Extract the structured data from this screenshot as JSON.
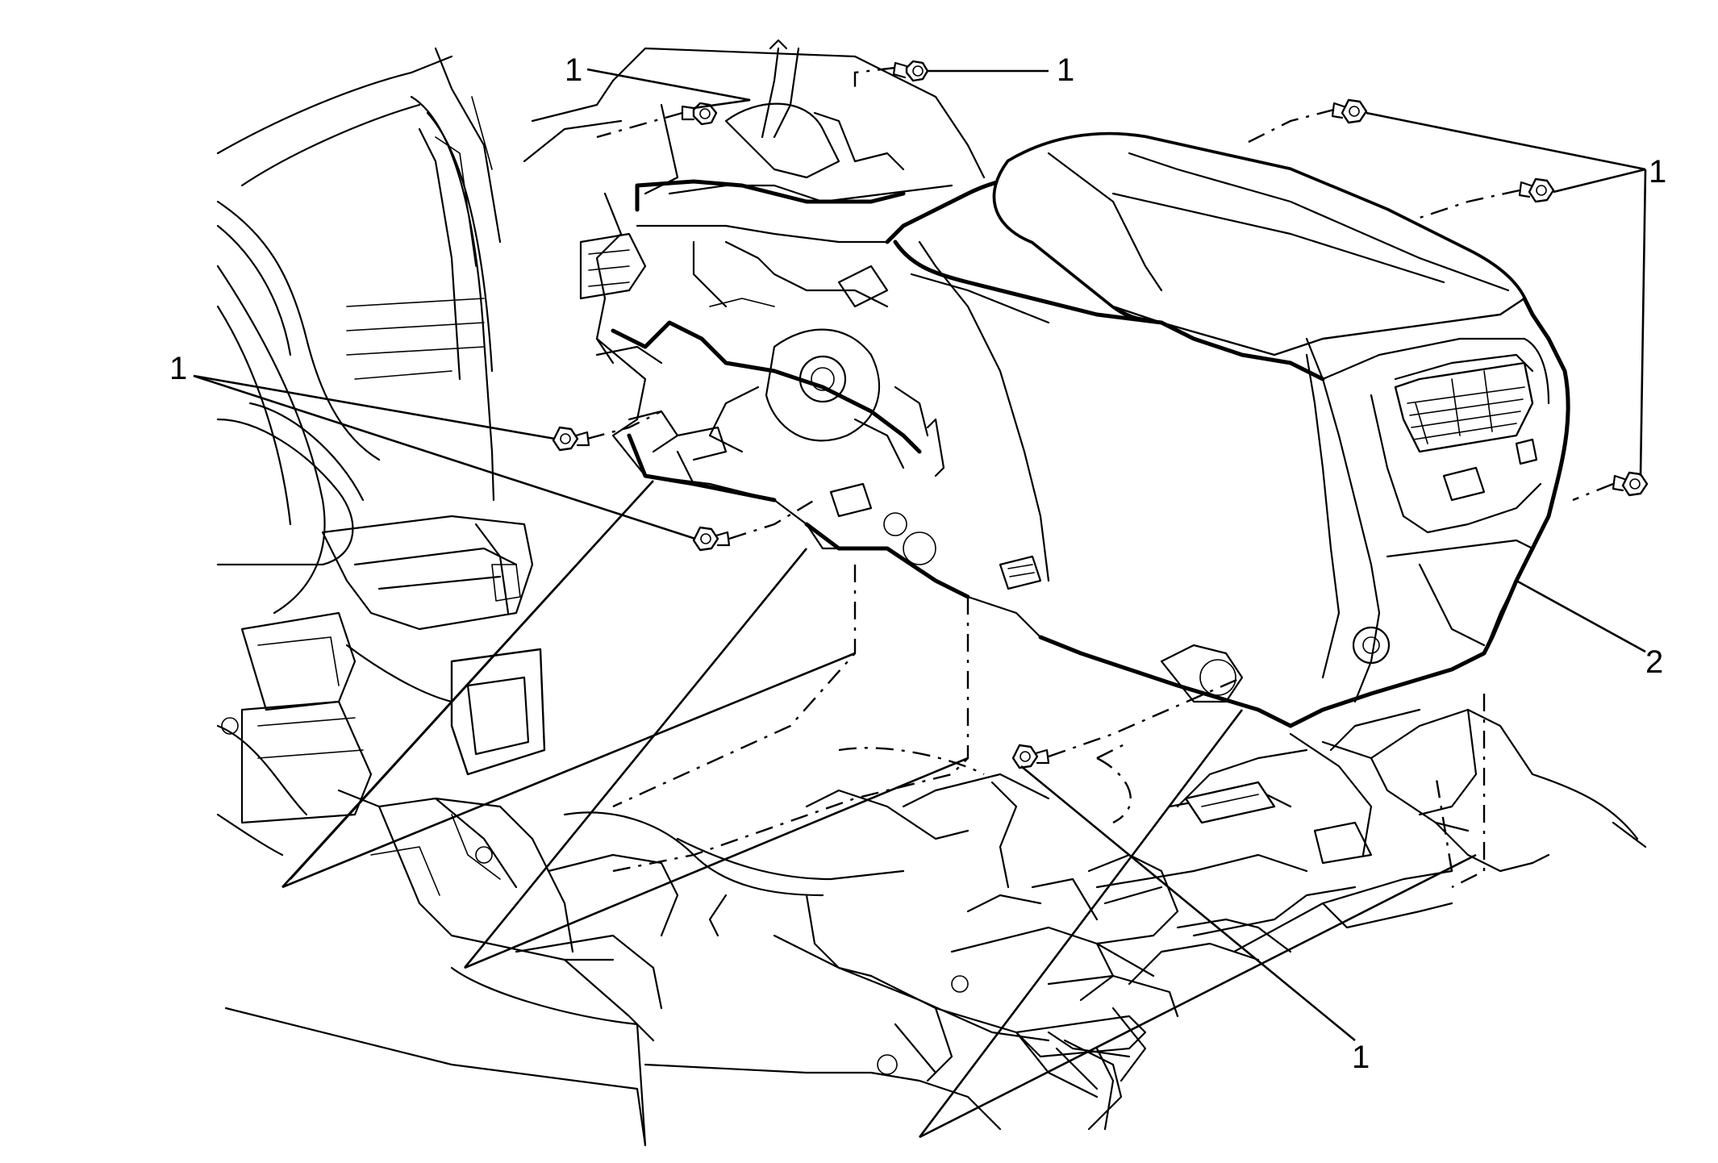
{
  "callouts": {
    "top_left": "1",
    "top_right": "1",
    "right_group": "1",
    "left_group": "1",
    "bottom": "1",
    "console": "2"
  }
}
